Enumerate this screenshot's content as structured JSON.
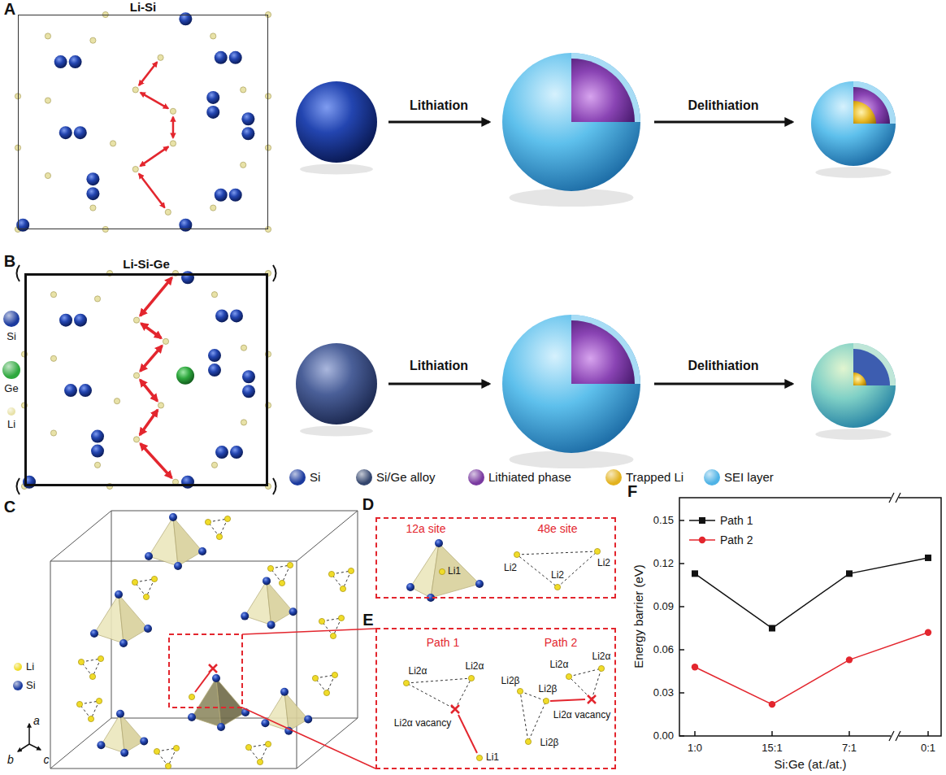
{
  "diagram": {
    "nodes": [
      {
        "text": [
          "Li-Si"
        ]
      },
      {
        "text": [
          "Li-Si-Ge"
        ]
      },
      {
        "text": [
          "12a site",
          "48e site",
          "Li1",
          "Li2",
          "Li2",
          "Li2"
        ]
      },
      {
        "text": [
          "Path 1",
          "Path 2",
          "Li2α",
          "Li2α",
          "Li2α vacancy",
          "Li1",
          "Li2α",
          "Li2α",
          "Li2α vacancy",
          "Li2β",
          "Li2β",
          "Li2β"
        ]
      }
    ],
    "labels": [
      "A",
      "Lithiation",
      "Delithiation",
      "B",
      "Lithiation",
      "Delithiation",
      "C",
      "a",
      "b",
      "c",
      "D",
      "E",
      "F",
      "0.00",
      "0.03",
      "0.06",
      "0.09",
      "0.12",
      "0.15",
      "1:0",
      "15:1",
      "7:1",
      "0:1",
      "Energy barrier (eV)",
      "Si:Ge (at./at.)"
    ],
    "legend": [
      {
        "text": "Si",
        "color": "#1b3a9e"
      },
      {
        "text": "Ge",
        "color": "#2fa83e"
      },
      {
        "text": "Li",
        "color": "#e8e2a8"
      },
      {
        "text": "Si",
        "color": "#1b3a9e"
      },
      {
        "text": "Si/Ge alloy",
        "color": "#34466e"
      },
      {
        "text": "Lithiated phase",
        "color": "#7a3aa0"
      },
      {
        "text": "Trapped Li",
        "color": "#e3b21e"
      },
      {
        "text": "SEI layer",
        "color": "#4fb3e6"
      },
      {
        "text": "Li",
        "color": "#f0dc2a"
      },
      {
        "text": "Si",
        "color": "#1b3a9e"
      },
      {
        "text": "Path 1"
      },
      {
        "text": "Path 2"
      }
    ]
  }
}
